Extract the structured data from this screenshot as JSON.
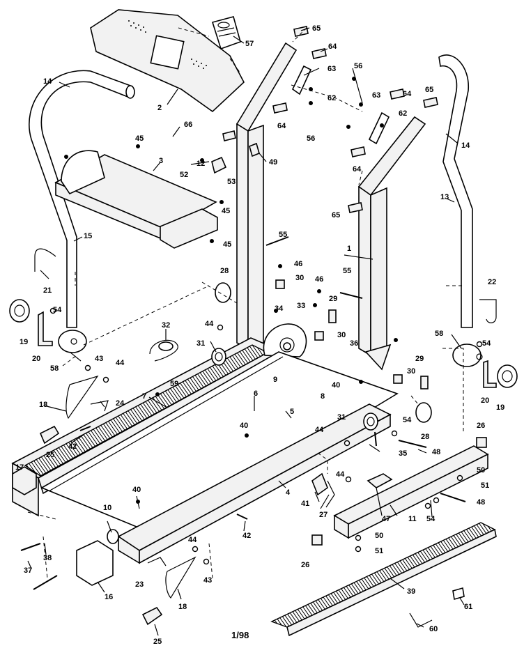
{
  "diagram": {
    "footer_date": "1/98",
    "part_labels": [
      "65",
      "57",
      "64",
      "63",
      "56",
      "62",
      "2",
      "14",
      "66",
      "45",
      "3",
      "12",
      "52",
      "53",
      "49",
      "45",
      "45",
      "15",
      "55",
      "1",
      "46",
      "21",
      "28",
      "30",
      "55",
      "14",
      "13",
      "22",
      "46",
      "34",
      "33",
      "29",
      "30",
      "54",
      "19",
      "20",
      "58",
      "32",
      "44",
      "31",
      "36",
      "9",
      "58",
      "54",
      "20",
      "19",
      "43",
      "44",
      "59",
      "7",
      "8",
      "6",
      "40",
      "8",
      "29",
      "30",
      "18",
      "24",
      "31",
      "28",
      "54",
      "48",
      "42",
      "40",
      "25",
      "5",
      "44",
      "35",
      "26",
      "50",
      "51",
      "17",
      "41",
      "44",
      "47",
      "48",
      "40",
      "4",
      "10",
      "27",
      "11",
      "54",
      "42",
      "38",
      "44",
      "50",
      "37",
      "16",
      "23",
      "43",
      "51",
      "26",
      "18",
      "39",
      "61",
      "25",
      "60",
      "63",
      "64",
      "65",
      "62",
      "56",
      "64",
      "64",
      "65",
      "6",
      "40"
    ]
  }
}
